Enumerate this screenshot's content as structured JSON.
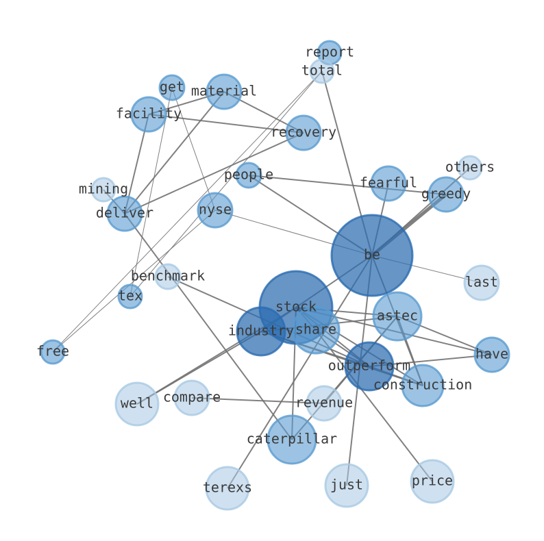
{
  "nodes": [
    {
      "id": "be",
      "label": "be",
      "weight": 1.0
    },
    {
      "id": "stock",
      "label": "stock",
      "weight": 0.95
    },
    {
      "id": "industry",
      "label": "industry",
      "weight": 0.78
    },
    {
      "id": "share",
      "label": "share",
      "weight": 0.55
    },
    {
      "id": "astec",
      "label": "astec",
      "weight": 0.6
    },
    {
      "id": "outperform",
      "label": "outperform",
      "weight": 0.78
    },
    {
      "id": "construction",
      "label": "construction",
      "weight": 0.72
    },
    {
      "id": "caterpillar",
      "label": "caterpillar",
      "weight": 0.62
    },
    {
      "id": "nyse",
      "label": "nyse",
      "weight": 0.72
    },
    {
      "id": "deliver",
      "label": "deliver",
      "weight": 0.6
    },
    {
      "id": "facility",
      "label": "facility",
      "weight": 0.6
    },
    {
      "id": "material",
      "label": "material",
      "weight": 0.58
    },
    {
      "id": "recovery",
      "label": "recovery",
      "weight": 0.58
    },
    {
      "id": "greedy",
      "label": "greedy",
      "weight": 0.65
    },
    {
      "id": "fearful",
      "label": "fearful",
      "weight": 0.45
    },
    {
      "id": "people",
      "label": "people",
      "weight": 0.45
    },
    {
      "id": "tex",
      "label": "tex",
      "weight": 0.62
    },
    {
      "id": "get",
      "label": "get",
      "weight": 0.45
    },
    {
      "id": "report",
      "label": "report",
      "weight": 0.45
    },
    {
      "id": "free",
      "label": "free",
      "weight": 0.45
    },
    {
      "id": "have",
      "label": "have",
      "weight": 0.42
    },
    {
      "id": "well",
      "label": "well",
      "weight": 0.38
    },
    {
      "id": "total",
      "label": "total",
      "weight": 0.22
    },
    {
      "id": "others",
      "label": "others",
      "weight": 0.22
    },
    {
      "id": "mining",
      "label": "mining",
      "weight": 0.22
    },
    {
      "id": "benchmark",
      "label": "benchmark",
      "weight": 0.22
    },
    {
      "id": "last",
      "label": "last",
      "weight": 0.22
    },
    {
      "id": "compare",
      "label": "compare",
      "weight": 0.22
    },
    {
      "id": "revenue",
      "label": "revenue",
      "weight": 0.22
    },
    {
      "id": "terexs",
      "label": "terexs",
      "weight": 0.22
    },
    {
      "id": "just",
      "label": "just",
      "weight": 0.22
    },
    {
      "id": "price",
      "label": "price",
      "weight": 0.22
    }
  ],
  "edges": [
    {
      "source": "be",
      "target": "greedy",
      "weight": 5
    },
    {
      "source": "be",
      "target": "others",
      "weight": 2
    },
    {
      "source": "be",
      "target": "fearful",
      "weight": 2
    },
    {
      "source": "be",
      "target": "total",
      "weight": 2
    },
    {
      "source": "be",
      "target": "people",
      "weight": 2
    },
    {
      "source": "be",
      "target": "nyse",
      "weight": 1
    },
    {
      "source": "be",
      "target": "last",
      "weight": 1
    },
    {
      "source": "be",
      "target": "stock",
      "weight": 2
    },
    {
      "source": "be",
      "target": "just",
      "weight": 2
    },
    {
      "source": "be",
      "target": "construction",
      "weight": 2
    },
    {
      "source": "be",
      "target": "terexs",
      "weight": 2
    },
    {
      "source": "people",
      "target": "greedy",
      "weight": 2
    },
    {
      "source": "facility",
      "target": "material",
      "weight": 2
    },
    {
      "source": "facility",
      "target": "recovery",
      "weight": 2
    },
    {
      "source": "facility",
      "target": "deliver",
      "weight": 2
    },
    {
      "source": "material",
      "target": "recovery",
      "weight": 2
    },
    {
      "source": "material",
      "target": "deliver",
      "weight": 2
    },
    {
      "source": "recovery",
      "target": "deliver",
      "weight": 2
    },
    {
      "source": "get",
      "target": "nyse",
      "weight": 1
    },
    {
      "source": "get",
      "target": "tex",
      "weight": 1
    },
    {
      "source": "total",
      "target": "tex",
      "weight": 1
    },
    {
      "source": "total",
      "target": "free",
      "weight": 1
    },
    {
      "source": "nyse",
      "target": "free",
      "weight": 1
    },
    {
      "source": "mining",
      "target": "deliver",
      "weight": 2
    },
    {
      "source": "deliver",
      "target": "caterpillar",
      "weight": 2
    },
    {
      "source": "benchmark",
      "target": "outperform",
      "weight": 2
    },
    {
      "source": "stock",
      "target": "industry",
      "weight": 2
    },
    {
      "source": "stock",
      "target": "share",
      "weight": 2
    },
    {
      "source": "stock",
      "target": "astec",
      "weight": 2
    },
    {
      "source": "stock",
      "target": "outperform",
      "weight": 2
    },
    {
      "source": "stock",
      "target": "have",
      "weight": 2
    },
    {
      "source": "stock",
      "target": "caterpillar",
      "weight": 2
    },
    {
      "source": "stock",
      "target": "construction",
      "weight": 2
    },
    {
      "source": "stock",
      "target": "well",
      "weight": 2
    },
    {
      "source": "industry",
      "target": "astec",
      "weight": 2
    },
    {
      "source": "industry",
      "target": "outperform",
      "weight": 2
    },
    {
      "source": "industry",
      "target": "well",
      "weight": 2
    },
    {
      "source": "industry",
      "target": "construction",
      "weight": 2
    },
    {
      "source": "share",
      "target": "outperform",
      "weight": 2
    },
    {
      "source": "share",
      "target": "price",
      "weight": 2
    },
    {
      "source": "astec",
      "target": "have",
      "weight": 2
    },
    {
      "source": "astec",
      "target": "construction",
      "weight": 2
    },
    {
      "source": "astec",
      "target": "revenue",
      "weight": 2
    },
    {
      "source": "astec",
      "target": "caterpillar",
      "weight": 2
    },
    {
      "source": "outperform",
      "target": "have",
      "weight": 2
    },
    {
      "source": "outperform",
      "target": "construction",
      "weight": 2
    },
    {
      "source": "compare",
      "target": "revenue",
      "weight": 2
    }
  ],
  "colors": {
    "dark": "#2b6cb0",
    "mid": "#5a9bd0",
    "light": "#a8c9e4"
  }
}
